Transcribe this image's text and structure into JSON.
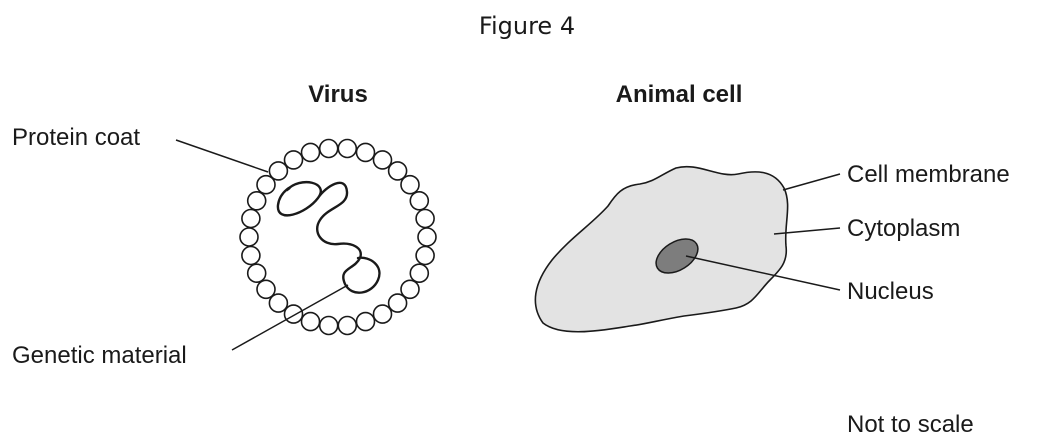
{
  "figure_title": "Figure 4",
  "virus": {
    "title": "Virus",
    "labels": {
      "protein_coat": "Protein coat",
      "genetic_material": "Genetic material"
    }
  },
  "animal_cell": {
    "title": "Animal cell",
    "labels": {
      "cell_membrane": "Cell membrane",
      "cytoplasm": "Cytoplasm",
      "nucleus": "Nucleus"
    }
  },
  "footnote": "Not to scale",
  "colors": {
    "line": "#1a1a1a",
    "cytoplasm_fill": "#e3e3e3",
    "nucleus_fill": "#7d7d7d"
  }
}
